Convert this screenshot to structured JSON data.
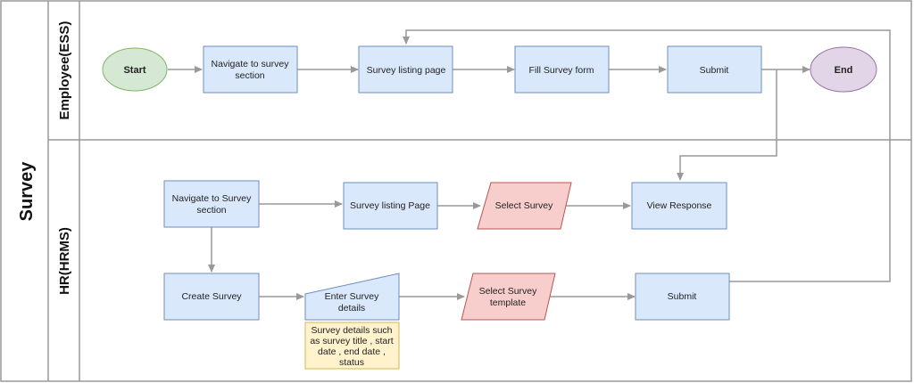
{
  "pool": {
    "title": "Survey"
  },
  "lanes": [
    {
      "id": "employee",
      "label": "Employee(ESS)"
    },
    {
      "id": "hr",
      "label": "HR(HRMS)"
    }
  ],
  "nodes": {
    "start": {
      "label": "Start"
    },
    "end": {
      "label": "End"
    },
    "emp_navigate": {
      "label": [
        "Navigate to survey",
        "section"
      ]
    },
    "emp_listing": {
      "label": "Survey listing page"
    },
    "emp_fill": {
      "label": "Fill Survey form"
    },
    "emp_submit": {
      "label": "Submit"
    },
    "hr_navigate": {
      "label": [
        "Navigate to Survey",
        "section"
      ]
    },
    "hr_listing": {
      "label": "Survey listing Page"
    },
    "hr_select": {
      "label": "Select Survey"
    },
    "hr_view": {
      "label": "View Response"
    },
    "hr_create": {
      "label": "Create Survey"
    },
    "hr_enter": {
      "label": [
        "Enter Survey",
        "details"
      ]
    },
    "hr_template": {
      "label": [
        "Select Survey",
        "template"
      ]
    },
    "hr_submit": {
      "label": "Submit"
    },
    "note": {
      "label": [
        "Survey details such",
        "as survey title , start",
        "date , end date ,",
        "status"
      ]
    }
  },
  "colors": {
    "process_fill": "#dae8fc",
    "process_stroke": "#6c8ebf",
    "start_fill": "#d5e8d4",
    "start_stroke": "#82b366",
    "end_fill": "#e1d5e7",
    "end_stroke": "#9673a6",
    "io_fill": "#f8cecc",
    "io_stroke": "#b85450",
    "note_fill": "#fff2cc",
    "note_stroke": "#d6b656",
    "edge": "#999999",
    "lane_border": "#999999"
  }
}
